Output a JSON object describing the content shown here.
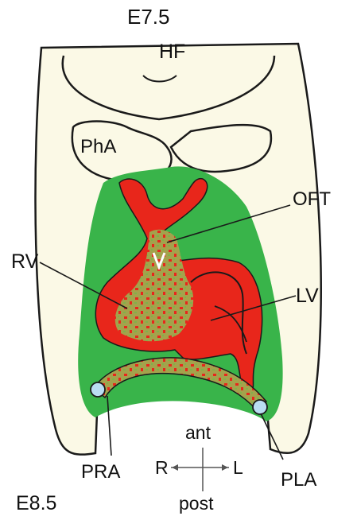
{
  "header_label": "E7.5",
  "stage_label": "E8.5",
  "labels": {
    "hf": "HF",
    "pha": "PhA",
    "oft": "OFT",
    "rv": "RV",
    "lv": "LV",
    "pra": "PRA",
    "pla": "PLA"
  },
  "axes": {
    "anterior": "ant",
    "posterior": "post",
    "right": "R",
    "left": "L"
  },
  "colors": {
    "outline": "#1a1a1a",
    "embryo_fill": "#fbf9e6",
    "field": "#39b44a",
    "heart": "#e8261b",
    "speckle": "#9a9a4a",
    "atrium_bulb": "#b9ddf2"
  }
}
